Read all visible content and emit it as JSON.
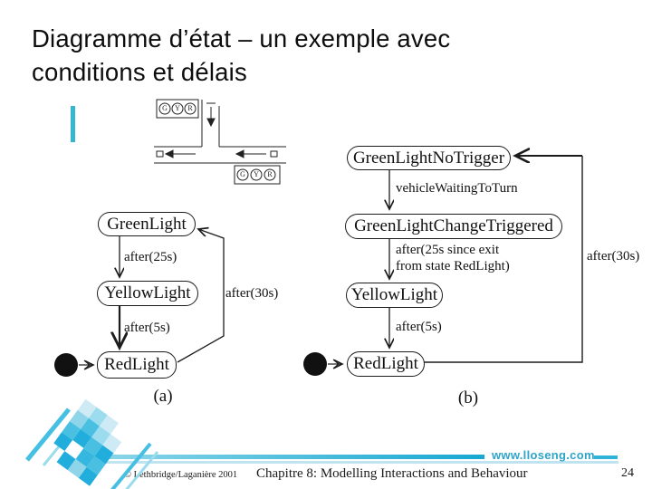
{
  "slide": {
    "title": "Diagramme d’état – un exemple avec\nconditions et délais"
  },
  "intersection": {
    "signal_lights": [
      "G",
      "Y",
      "R"
    ]
  },
  "diagram_a": {
    "caption": "(a)",
    "states": {
      "green": "GreenLight",
      "yellow": "YellowLight",
      "red": "RedLight"
    },
    "transitions": {
      "green_to_yellow": "after(25s)",
      "yellow_to_red": "after(5s)",
      "red_to_green": "after(30s)"
    }
  },
  "diagram_b": {
    "caption": "(b)",
    "states": {
      "green_no_trigger": "GreenLightNoTrigger",
      "green_change_triggered": "GreenLightChangeTriggered",
      "yellow": "YellowLight",
      "red": "RedLight"
    },
    "transitions": {
      "green_to_triggered": "vehicleWaitingToTurn",
      "triggered_to_yellow": "after(25s since exit\nfrom state RedLight)",
      "yellow_to_red": "after(5s)",
      "red_to_green": "after(30s)"
    }
  },
  "footer": {
    "website": "www.lloseng.com",
    "copyright": "© Lethbridge/Laganière 2001",
    "chapter": "Chapitre 8: Modelling Interactions and Behaviour",
    "page_number": "24"
  }
}
